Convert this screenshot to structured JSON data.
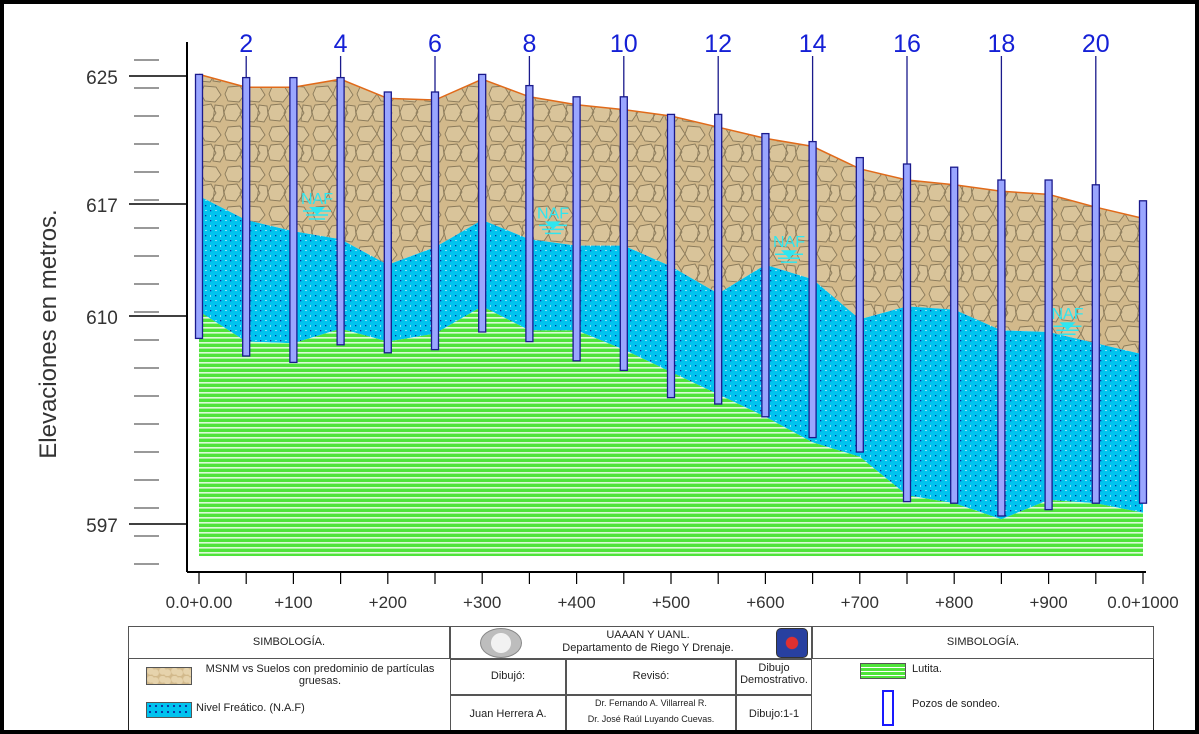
{
  "chart_data": {
    "type": "geologic-cross-section",
    "ylabel": "Elevaciones en metros.",
    "y_ticks": [
      625,
      617,
      610,
      597
    ],
    "ylim": [
      594.5,
      627
    ],
    "x_ticks": [
      {
        "value": 0,
        "label": "0.0+0.00"
      },
      {
        "value": 100,
        "label": "+100"
      },
      {
        "value": 200,
        "label": "+200"
      },
      {
        "value": 300,
        "label": "+300"
      },
      {
        "value": 400,
        "label": "+400"
      },
      {
        "value": 500,
        "label": "+500"
      },
      {
        "value": 600,
        "label": "+600"
      },
      {
        "value": 700,
        "label": "+700"
      },
      {
        "value": 800,
        "label": "+800"
      },
      {
        "value": 900,
        "label": "+900"
      },
      {
        "value": 1000,
        "label": "0.0+1000"
      }
    ],
    "xlim": [
      0,
      1000
    ],
    "x": [
      0,
      50,
      100,
      150,
      200,
      250,
      300,
      350,
      400,
      450,
      500,
      550,
      600,
      650,
      700,
      750,
      800,
      850,
      900,
      950,
      1000
    ],
    "layers": [
      {
        "name": "MSNM vs Suelos con predominio de partículas gruesas.",
        "color": "#d2b98b",
        "top": [
          625.1,
          624.3,
          624.3,
          624.8,
          623.6,
          623.5,
          624.8,
          623.7,
          623.2,
          622.9,
          622.5,
          621.8,
          621.1,
          620.6,
          619.2,
          618.5,
          618.2,
          617.8,
          617.6,
          616.8,
          616.1
        ]
      },
      {
        "name": "Nivel Freático. (N.A.F)",
        "color": "#00c3ef",
        "top": [
          617.5,
          616.0,
          615.3,
          614.8,
          613.2,
          614.3,
          616.0,
          614.8,
          614.4,
          614.4,
          613.1,
          611.4,
          613.2,
          612.3,
          609.8,
          610.6,
          610.4,
          609.1,
          609.0,
          608.3,
          607.6
        ]
      },
      {
        "name": "Lutita.",
        "color": "#4fe43a",
        "top": [
          610.3,
          608.4,
          608.3,
          609.2,
          608.4,
          608.9,
          610.6,
          609.1,
          609.1,
          607.9,
          606.5,
          605.1,
          603.7,
          602.1,
          601.2,
          598.8,
          598.3,
          597.3,
          598.5,
          598.3,
          597.7
        ]
      }
    ],
    "bottom": 595.0,
    "wells": [
      {
        "x": 0,
        "top": 625.1,
        "bottom": 608.6
      },
      {
        "x": 50,
        "top": 624.9,
        "bottom": 607.5,
        "label": "2"
      },
      {
        "x": 100,
        "top": 624.9,
        "bottom": 607.1
      },
      {
        "x": 150,
        "top": 624.9,
        "bottom": 608.2,
        "label": "4"
      },
      {
        "x": 200,
        "top": 624.0,
        "bottom": 607.7
      },
      {
        "x": 250,
        "top": 624.0,
        "bottom": 607.9,
        "label": "6"
      },
      {
        "x": 300,
        "top": 625.1,
        "bottom": 609.0
      },
      {
        "x": 350,
        "top": 624.4,
        "bottom": 608.4,
        "label": "8"
      },
      {
        "x": 400,
        "top": 623.7,
        "bottom": 607.2
      },
      {
        "x": 450,
        "top": 623.7,
        "bottom": 606.6,
        "label": "10"
      },
      {
        "x": 500,
        "top": 622.6,
        "bottom": 604.9
      },
      {
        "x": 550,
        "top": 622.6,
        "bottom": 604.5,
        "label": "12"
      },
      {
        "x": 600,
        "top": 621.4,
        "bottom": 603.7
      },
      {
        "x": 650,
        "top": 620.9,
        "bottom": 602.4,
        "label": "14"
      },
      {
        "x": 700,
        "top": 619.9,
        "bottom": 601.5
      },
      {
        "x": 750,
        "top": 619.5,
        "bottom": 598.4,
        "label": "16"
      },
      {
        "x": 800,
        "top": 619.3,
        "bottom": 598.3
      },
      {
        "x": 850,
        "top": 618.5,
        "bottom": 597.5,
        "label": "18"
      },
      {
        "x": 900,
        "top": 618.5,
        "bottom": 597.9
      },
      {
        "x": 950,
        "top": 618.2,
        "bottom": 598.3,
        "label": "20"
      },
      {
        "x": 1000,
        "top": 617.2,
        "bottom": 598.3
      }
    ],
    "water_markers": [
      {
        "label": "NAF",
        "x": 125,
        "y": 617.0
      },
      {
        "label": "NAF",
        "x": 375,
        "y": 616.1
      },
      {
        "label": "NAF",
        "x": 625,
        "y": 614.3
      },
      {
        "label": "NAF",
        "x": 920,
        "y": 609.8
      }
    ]
  },
  "legend": {
    "left_title": "SIMBOLOGÍA.",
    "right_title": "SIMBOLOGÍA.",
    "institution": "UAAAN Y UANL.",
    "department": "Departamento de Riego Y Drenaje.",
    "item_soil": "MSNM vs Suelos con predominio de partículas gruesas.",
    "item_water": "Nivel Freático. (N.A.F)",
    "item_shale": "Lutita.",
    "item_wells": "Pozos de sondeo.",
    "drew_label": "Dibujó:",
    "drew_name": "Juan Herrera A.",
    "reviewed_label": "Revisó:",
    "reviewer_1": "Dr. Fernando A. Villarreal R.",
    "reviewer_2": "Dr. José Raúl Luyando Cuevas.",
    "drawing_type": "Dibujo Demostrativo.",
    "scale": "Dibujo:1-1"
  },
  "colors": {
    "soil": "#d2b98b",
    "water": "#00c3ef",
    "shale": "#4fe43a",
    "well_fill": "#9aa6ff",
    "well_stroke": "#1a1a8c",
    "well_label": "#1520d6",
    "naf": "#2ee6f0"
  }
}
